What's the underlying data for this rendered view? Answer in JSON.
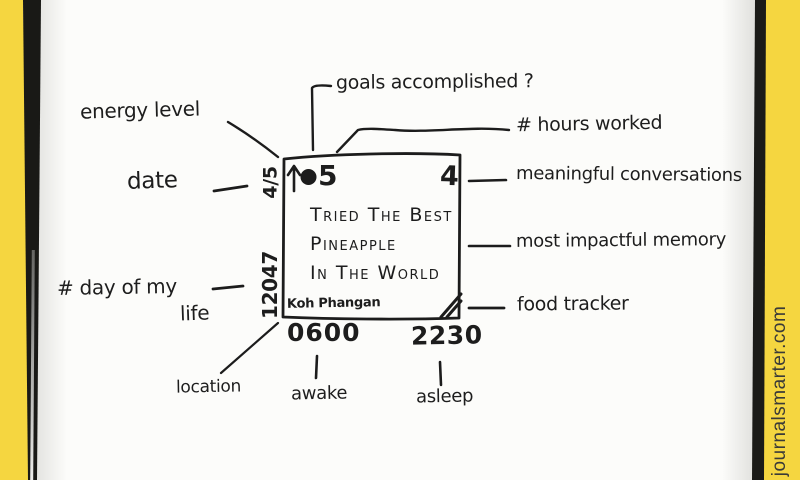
{
  "watermark": "journalsmarter.com",
  "labels": {
    "energy_level": "energy level",
    "goals_accomplished": "goals accomplished ?",
    "hours_worked": "# hours worked",
    "date": "date",
    "meaningful_conversations": "meaningful conversations",
    "most_impactful_memory": "most impactful memory",
    "day_of_my_life_line1": "# day of my",
    "day_of_my_life_line2": "life",
    "food_tracker": "food tracker",
    "location": "location",
    "awake": "awake",
    "asleep": "asleep"
  },
  "card": {
    "energy_value": "5",
    "conversations_value": "4",
    "date_value": "4/5",
    "day_number_value": "12047",
    "memory_line1": "Tried The Best",
    "memory_line2": "Pineapple",
    "memory_line3": "In The World",
    "location_value": "Koh Phangan",
    "awake_time": "0600",
    "asleep_time": "2230"
  },
  "icons": {
    "up_arrow": "energy-up-arrow-icon",
    "filled_dot": "goal-dot-icon",
    "food_triangle": "food-tracker-corner-triangle"
  },
  "colors": {
    "paper": "#fcfcfa",
    "cover_yellow": "#f5d640",
    "book_edge_black": "#191916",
    "ink": "#1c1c1c",
    "watermark_gray": "#3a3a38"
  }
}
